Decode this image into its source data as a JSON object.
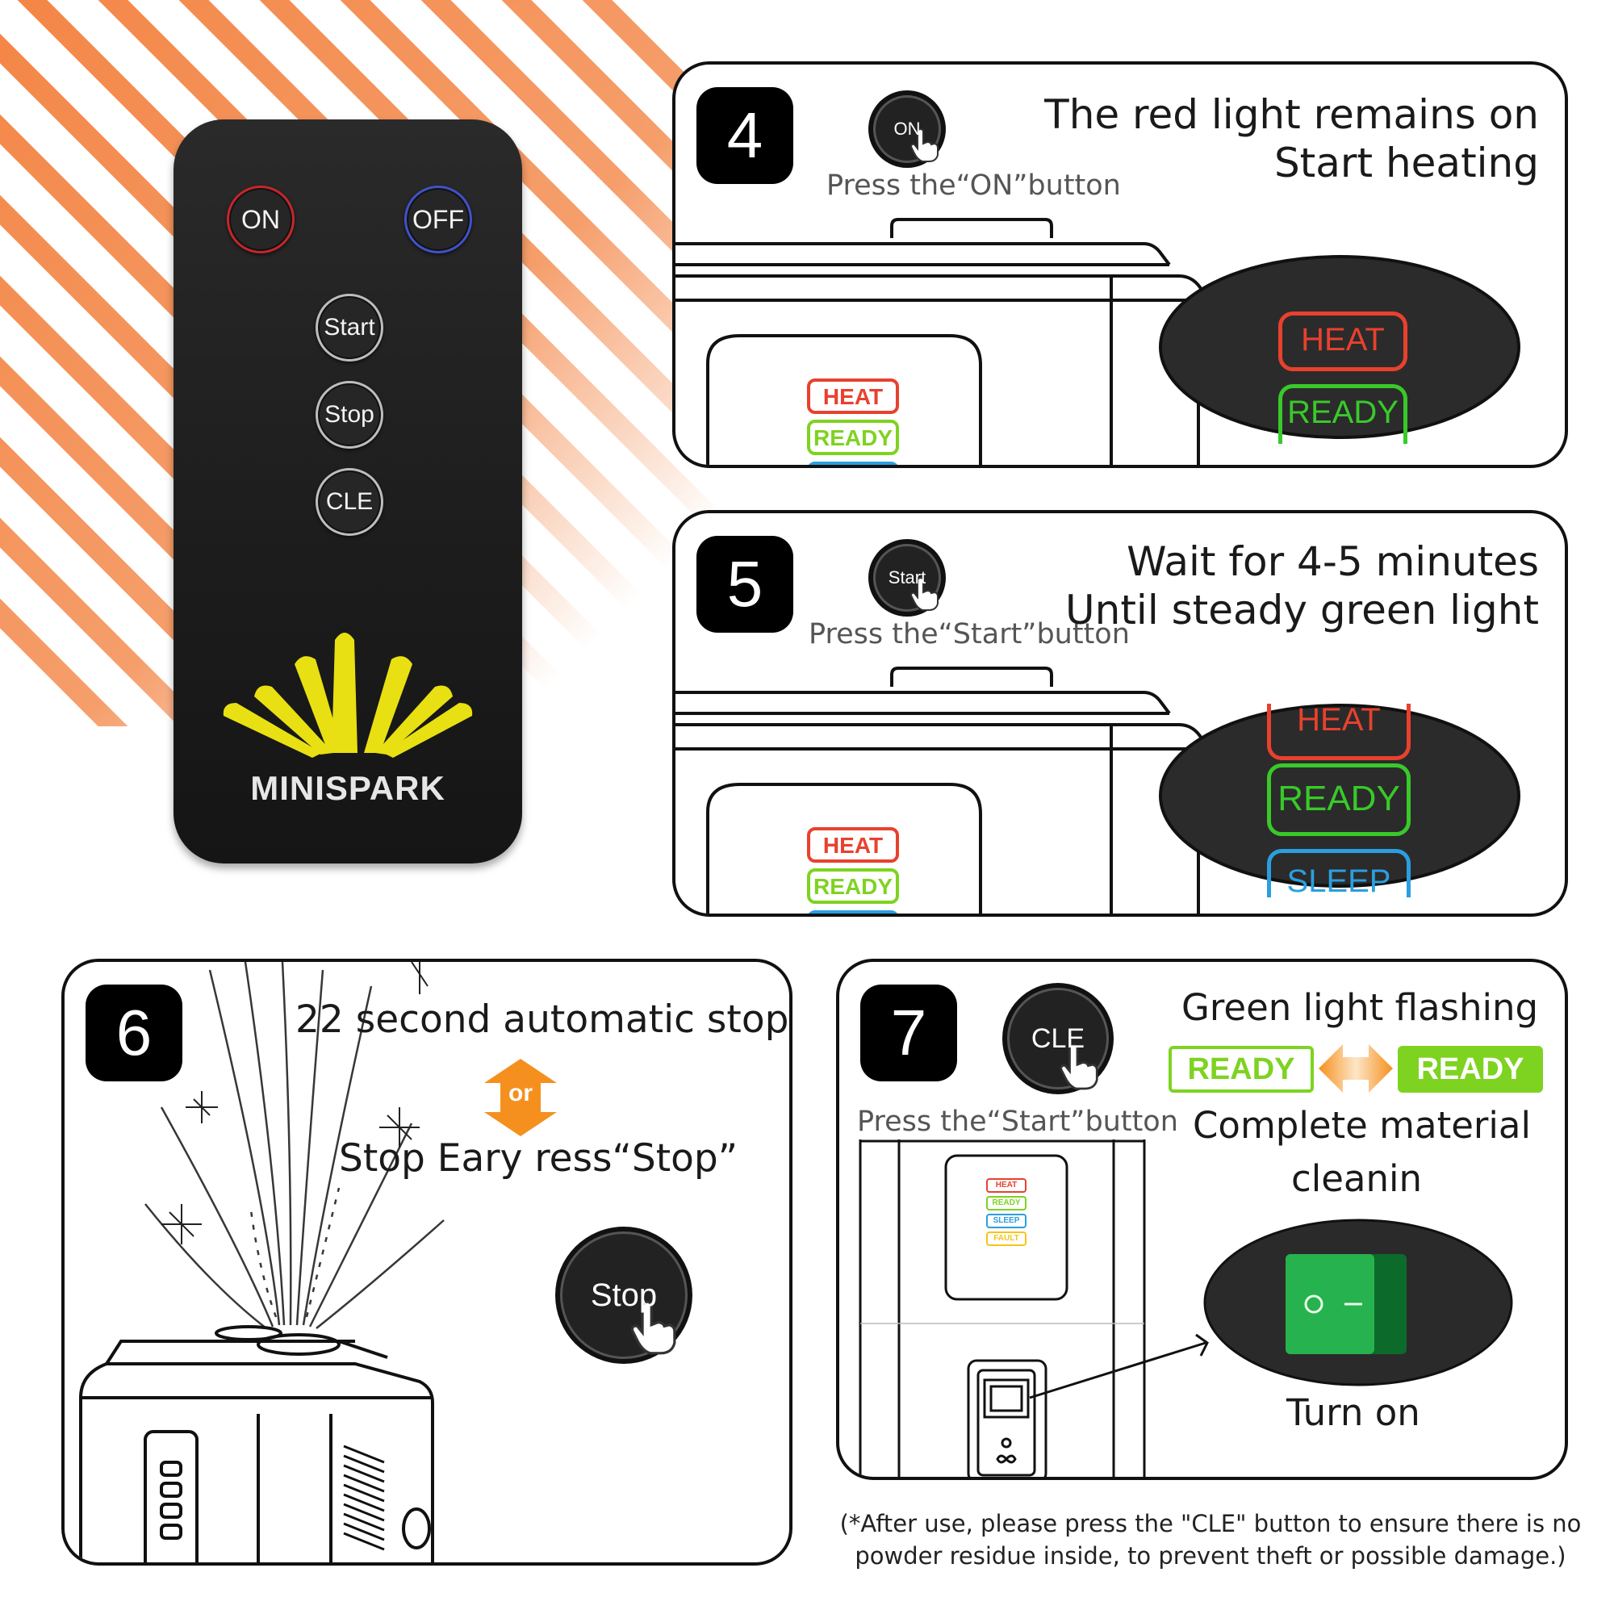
{
  "remote": {
    "on_label": "ON",
    "off_label": "OFF",
    "start_label": "Start",
    "stop_label": "Stop",
    "cle_label": "CLE",
    "brand": "MINISPARK"
  },
  "step4": {
    "number": "4",
    "button_label": "ON",
    "line1": "The red light remains on",
    "line2": "Start heating",
    "instruction": "Press the“ON”button",
    "leds": [
      "HEAT",
      "READY"
    ],
    "zoom_leds": [
      "HEAT",
      "READY"
    ]
  },
  "step5": {
    "number": "5",
    "button_label": "Start",
    "line1": "Wait for 4-5 minutes",
    "line2": "Until steady green light",
    "instruction": "Press the“Start”button",
    "leds": [
      "HEAT",
      "READY"
    ],
    "zoom_leds": [
      "HEAT",
      "READY",
      "SLEEP"
    ]
  },
  "step6": {
    "number": "6",
    "line1": "22 second automatic stop",
    "or_label": "or",
    "line2": "Stop Eary ress“Stop”",
    "button_label": "Stop"
  },
  "step7": {
    "number": "7",
    "button_label": "CLE",
    "instruction": "Press the“Start”button",
    "line1": "Green light flashing",
    "ready_left": "READY",
    "ready_right": "READY",
    "line2a": "Complete material",
    "line2b": "cleanin",
    "turn_on": "Turn on",
    "device_leds": [
      "HEAT",
      "READY",
      "SLEEP",
      "FAULT"
    ]
  },
  "footnote": {
    "line1": "(*After use, please press the \"CLE\" button to ensure there is no",
    "line2": "powder residue inside, to prevent theft or possible damage.)"
  },
  "colors": {
    "heat": "#e8412e",
    "ready": "#7ed321",
    "ready_zoom": "#39c92a",
    "sleep": "#2a9fe0",
    "fault": "#f5c518",
    "stripe": "#f26a1b",
    "logo": "#e8e012",
    "arrow": "#f5901e"
  }
}
